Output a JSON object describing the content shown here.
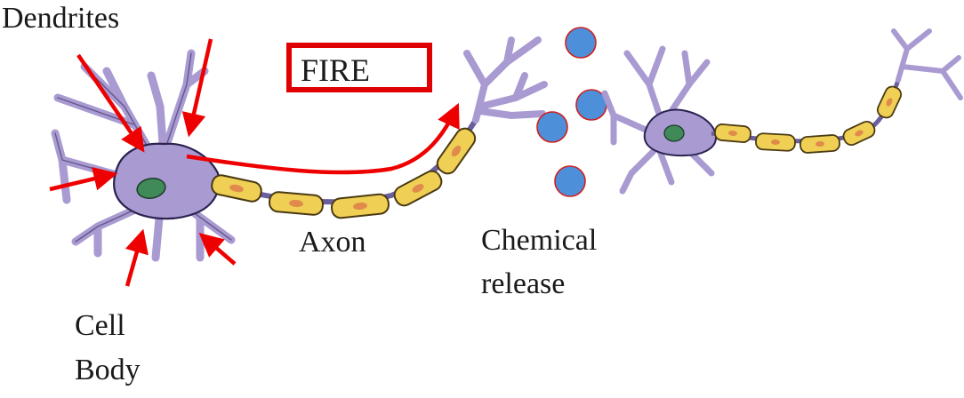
{
  "labels": {
    "dendrites": "Dendrites",
    "fire": "FIRE",
    "axon": "Axon",
    "chemical_line1": "Chemical",
    "chemical_line2": "release",
    "cell_line1": "Cell",
    "cell_line2": "Body"
  },
  "colors": {
    "neuron_fill": "#a99ad2",
    "neuron_stroke": "#2b2350",
    "nucleus": "#3f8a58",
    "myelin": "#f0cf55",
    "myelin_stroke": "#4a3a12",
    "myelin_core": "#e08a4c",
    "arrow": "#ee0000",
    "vesicle": "#4d8fd8",
    "fire_box": "#e00000"
  },
  "icons": {
    "input_arrow": "red-arrow-icon",
    "signal_path": "red-curved-arrow-icon",
    "vesicle": "circle-icon"
  }
}
